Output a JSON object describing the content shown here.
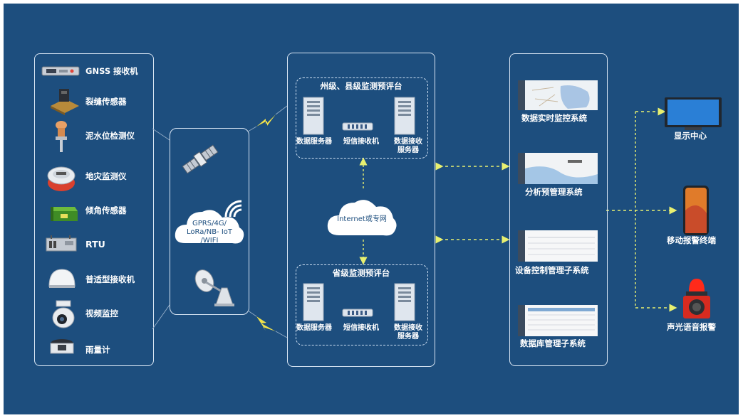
{
  "sensors": [
    {
      "label": "GNSS 接收机",
      "icon": "gnss-receiver-icon"
    },
    {
      "label": "裂缝传感器",
      "icon": "crack-sensor-icon"
    },
    {
      "label": "泥水位检测仪",
      "icon": "water-level-meter-icon"
    },
    {
      "label": "地灾监测仪",
      "icon": "geohazard-monitor-icon"
    },
    {
      "label": "倾角传感器",
      "icon": "tilt-sensor-icon"
    },
    {
      "label": "RTU",
      "icon": "rtu-icon"
    },
    {
      "label": "普适型接收机",
      "icon": "universal-receiver-icon"
    },
    {
      "label": "视频监控",
      "icon": "video-camera-icon"
    },
    {
      "label": "雨量计",
      "icon": "rain-gauge-icon"
    }
  ],
  "communication": {
    "cloud_label": "GPRS/4G/\nLoRa/NB- IoT\n/WIFI",
    "icons": [
      "satellite-icon",
      "wireless-signal-icon",
      "satellite-dish-icon"
    ]
  },
  "platform": {
    "top_box": {
      "title": "州级、县级监测预评台",
      "items": [
        "数据服务器",
        "短信接收机",
        "数据接收\n服务器"
      ]
    },
    "network_label": "Internet或专网",
    "bottom_box": {
      "title": "省级监测预评台",
      "items": [
        "数据服务器",
        "短信接收机",
        "数据接收\n服务器"
      ]
    }
  },
  "systems": [
    {
      "label": "数据实时监控系统",
      "icon": "map-screenshot-icon"
    },
    {
      "label": "分析预管理系统",
      "icon": "river-map-screenshot-icon"
    },
    {
      "label": "设备控制管理子系统",
      "icon": "device-table-screenshot-icon"
    },
    {
      "label": "数据库管理子系统",
      "icon": "database-table-screenshot-icon"
    }
  ],
  "outputs": [
    {
      "label": "显示中心",
      "icon": "monitor-icon"
    },
    {
      "label": "移动报警终端",
      "icon": "smartphone-icon"
    },
    {
      "label": "声光语音报警",
      "icon": "siren-alarm-icon"
    }
  ],
  "colors": {
    "background": "#1d4e7e",
    "border": "#d9e6f4",
    "connector": "#e8f070",
    "lightning": "#f2e24a"
  }
}
